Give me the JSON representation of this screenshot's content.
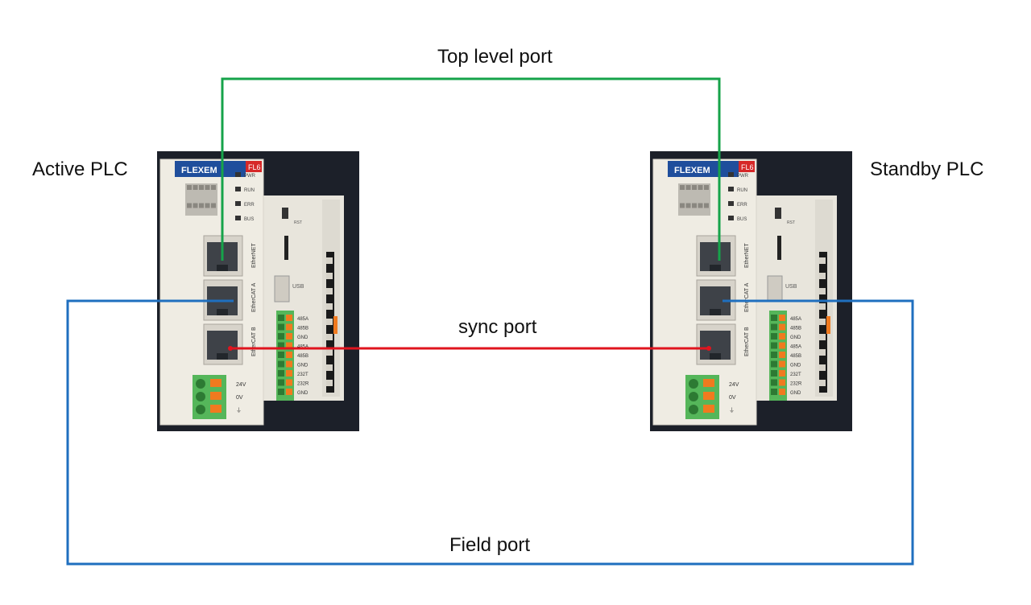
{
  "labels": {
    "top_level": "Top level port",
    "active": "Active PLC",
    "standby": "Standby PLC",
    "sync": "sync port",
    "field": "Field port"
  },
  "plc": {
    "brand": "FLEXEM",
    "model": "FL6",
    "leds": [
      "PWR",
      "RUN",
      "ERR",
      "BUS"
    ],
    "ports": [
      "EtherNET",
      "EtherCAT A",
      "EtherCAT B"
    ],
    "usb_label": "USB",
    "rst_label": "RST",
    "terminals": [
      "485A",
      "485B",
      "GND",
      "485A",
      "485B",
      "GND",
      "232T",
      "232R",
      "GND"
    ],
    "power_labels": [
      "24V",
      "0V",
      "⏚"
    ]
  },
  "colors": {
    "top_level_wire": "#16a34a",
    "sync_wire": "#e0141e",
    "field_wire": "#1f6fbf",
    "photo_bg": "#1c2029",
    "plc_body": "#efece3",
    "terminal_green": "#55b65a",
    "terminal_orange": "#f07a1f"
  }
}
